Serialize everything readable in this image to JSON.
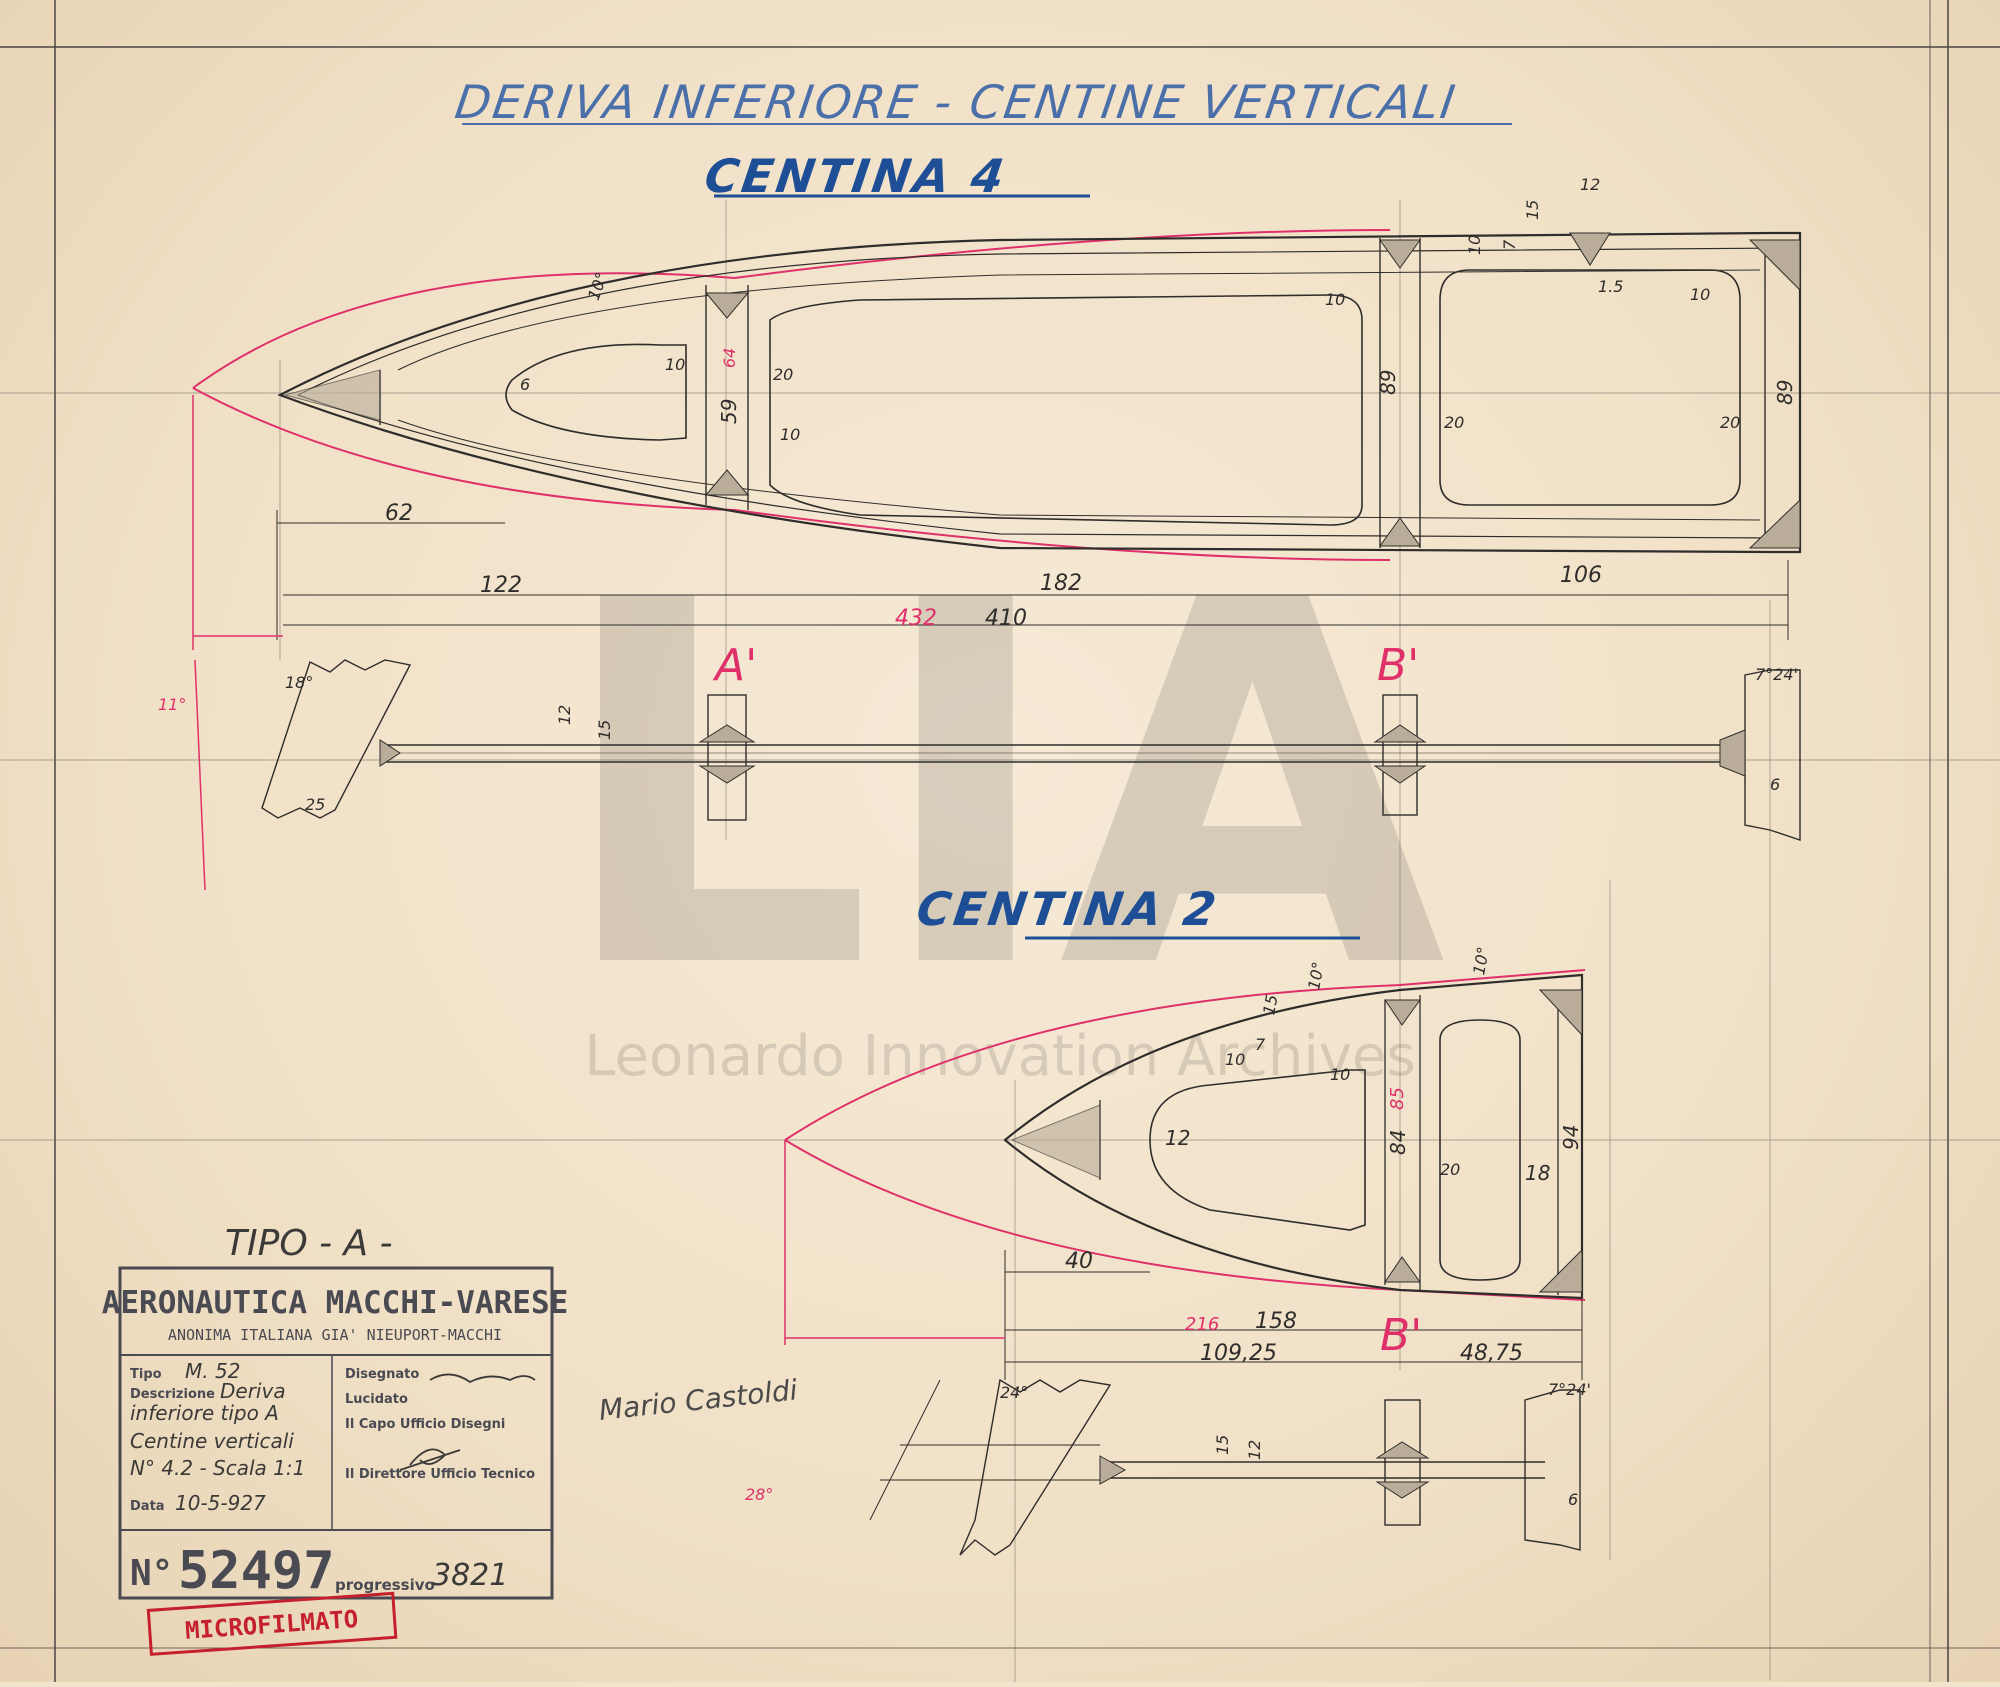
{
  "header": {
    "title": "DERIVA INFERIORE - CENTINE VERTICALI"
  },
  "centina4": {
    "title": "CENTINA 4",
    "dims": {
      "d12": "12",
      "d15": "15",
      "d10a": "10",
      "d7": "7",
      "d1_5": "1.5",
      "d10b": "10",
      "d10c": "10",
      "deg10": "10°",
      "d10d": "10",
      "d64": "64",
      "d6": "6",
      "d20a": "20",
      "d59": "59",
      "d10e": "10",
      "d89a": "89",
      "d20b": "20",
      "d20c": "20",
      "d89b": "89",
      "d62": "62",
      "d122": "122",
      "d182": "182",
      "d106": "106",
      "d432": "432",
      "d410": "410"
    },
    "section": {
      "labelA": "A'",
      "labelB": "B'",
      "deg18": "18°",
      "deg11": "11°",
      "d12": "12",
      "d15": "15",
      "d25": "25",
      "deg7_24": "7°24'",
      "d6": "6"
    }
  },
  "centina2": {
    "title": "CENTINA 2",
    "dims": {
      "d15": "15",
      "deg10a": "10°",
      "deg10b": "10°",
      "d10a": "10",
      "d7": "7",
      "d10b": "10",
      "d12": "12",
      "d84": "84",
      "d85": "85",
      "d20": "20",
      "d18": "18",
      "d94": "94",
      "d40": "40",
      "d216": "216",
      "d158": "158",
      "d109": "109,25",
      "d48": "48,75"
    },
    "section": {
      "labelB": "B'",
      "deg24": "24°",
      "deg28": "28°",
      "d15": "15",
      "d12": "12",
      "deg7_24": "7°24'",
      "d6": "6"
    }
  },
  "watermark": {
    "mark": "LIA",
    "text": "Leonardo Innovation Archives"
  },
  "type_note": "TIPO - A -",
  "signature": "Mario Castoldi",
  "stamp": {
    "company": "AERONAUTICA MACCHI-VARESE",
    "subtitle": "ANONIMA ITALIANA GIA' NIEUPORT-MACCHI",
    "tipo_label": "Tipo",
    "tipo_value": "M. 52",
    "descr_label": "Descrizione",
    "descr_lines": [
      "Deriva",
      "inferiore tipo A",
      "Centine verticali",
      "N° 4.2 - Scala 1:1"
    ],
    "data_label": "Data",
    "data_value": "10-5-927",
    "disegnato_label": "Disegnato",
    "lucidato_label": "Lucidato",
    "capo_label": "Il Capo Ufficio Disegni",
    "direttore_label": "Il Direttore Ufficio Tecnico",
    "number_prefix": "N°",
    "number": "52497",
    "progressivo_label": "progressivo",
    "progressivo_value": "3821"
  },
  "microfilm_stamp": "MICROFILMATO",
  "colors": {
    "paper": "#f1e3cc",
    "pencil": "#3b3a38",
    "red_line": "#e0306a",
    "blue_title": "#1e4f96",
    "stamp_ink": "#4a4a52",
    "red_stamp": "#c4202e"
  }
}
